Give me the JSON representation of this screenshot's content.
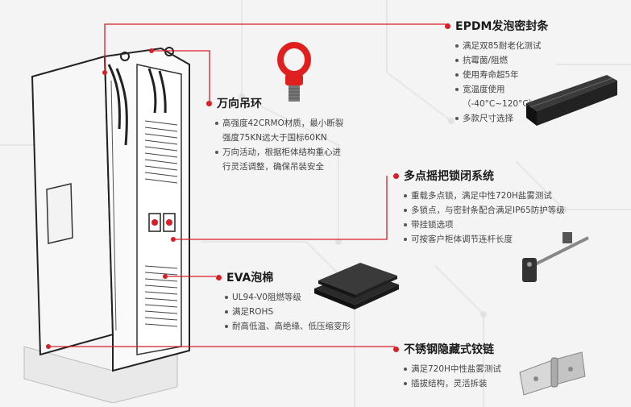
{
  "features": {
    "epdm": {
      "title": "EPDM发泡密封条",
      "bullets": [
        "满足双85耐老化测试",
        "抗霉菌/阻燃",
        "使用寿命超5年",
        "宽温度使用",
        "（-40°C~120°C）",
        "多款尺寸选择"
      ]
    },
    "eyebolt": {
      "title": "万向吊环",
      "bullets": [
        "高强度42CRMO材质，最小断裂",
        "强度75KN远大于国标60KN",
        "万向活动，根据柜体结构重心进",
        "行灵活调整，确保吊装安全"
      ]
    },
    "lock": {
      "title": "多点摇把锁闭系统",
      "bullets": [
        "重载多点锁，满足中性720H盐雾测试",
        "多锁点，与密封条配合满足IP65防护等级",
        "带挂锁选项",
        "可按客户柜体调节连杆长度"
      ]
    },
    "eva": {
      "title": "EVA泡棉",
      "bullets": [
        "UL94-V0阻燃等级",
        "满足ROHS",
        "耐高低温、高绝缘、低压缩变形"
      ]
    },
    "hinge": {
      "title": "不锈钢隐藏式铰链",
      "bullets": [
        "满足720H中性盐雾测试",
        "插拔结构，灵活拆装"
      ]
    }
  },
  "colors": {
    "accent": "#d61f26",
    "text": "#333333",
    "background": "#f4f4f4"
  },
  "icons": [
    "eyebolt-icon",
    "seal-strip-icon",
    "lock-handle-icon",
    "foam-sheets-icon",
    "hinge-icon"
  ]
}
